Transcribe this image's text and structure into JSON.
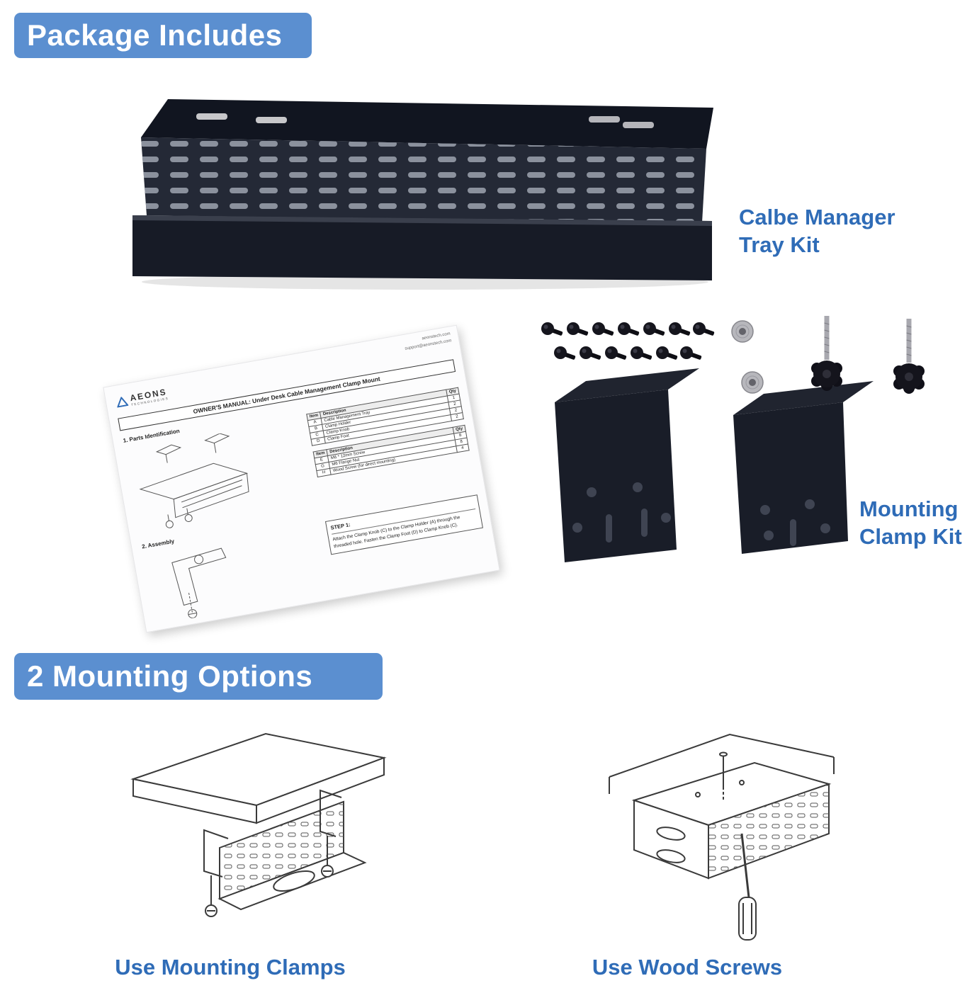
{
  "theme": {
    "banner_bg": "#5b8fd0",
    "banner_text": "#ffffff",
    "label_blue": "#2f6cb7",
    "background": "#ffffff",
    "tray_black": "#1a1e29"
  },
  "banners": {
    "package_includes": "Package Includes",
    "mounting_options": "2 Mounting Options"
  },
  "labels": {
    "tray_kit": "Calbe Manager Tray Kit",
    "clamp_kit": "Mounting Clamp Kit",
    "option_left": "Use Mounting Clamps",
    "option_right": "Use Wood Screws"
  },
  "manual": {
    "website": "aeonstech.com",
    "email": "support@aeonstech.com",
    "brand": "AEONS",
    "brand_sub": "TECHNOLOGIES",
    "title": "OWNER'S MANUAL: Under Desk Cable Management Clamp Mount",
    "section1_title": "1. Parts Identification",
    "section2_title": "2. Assembly",
    "step1_title": "STEP 1:",
    "step1_text": "Attach the Clamp Knob (C) to the Clamp Holder (A) through the threaded hole. Fasten the Clamp Foot (D) to Clamp Knob (C).",
    "parts_table": {
      "headers": [
        "Item",
        "Description",
        "Qty"
      ],
      "rows": [
        [
          "A",
          "Cable Management Tray",
          "1"
        ],
        [
          "B",
          "Clamp Holder",
          "2"
        ],
        [
          "C",
          "Clamp Knob",
          "2"
        ],
        [
          "D",
          "Clamp Foot",
          "2"
        ]
      ]
    },
    "hardware_table": {
      "headers": [
        "Item",
        "Description",
        "Qty"
      ],
      "rows": [
        [
          "E",
          "M6 * 12mm Screw",
          "8"
        ],
        [
          "G",
          "M6 Flange Nut",
          "8"
        ],
        [
          "H",
          "Wood Screw (for direct mounting)",
          "4"
        ]
      ]
    }
  }
}
